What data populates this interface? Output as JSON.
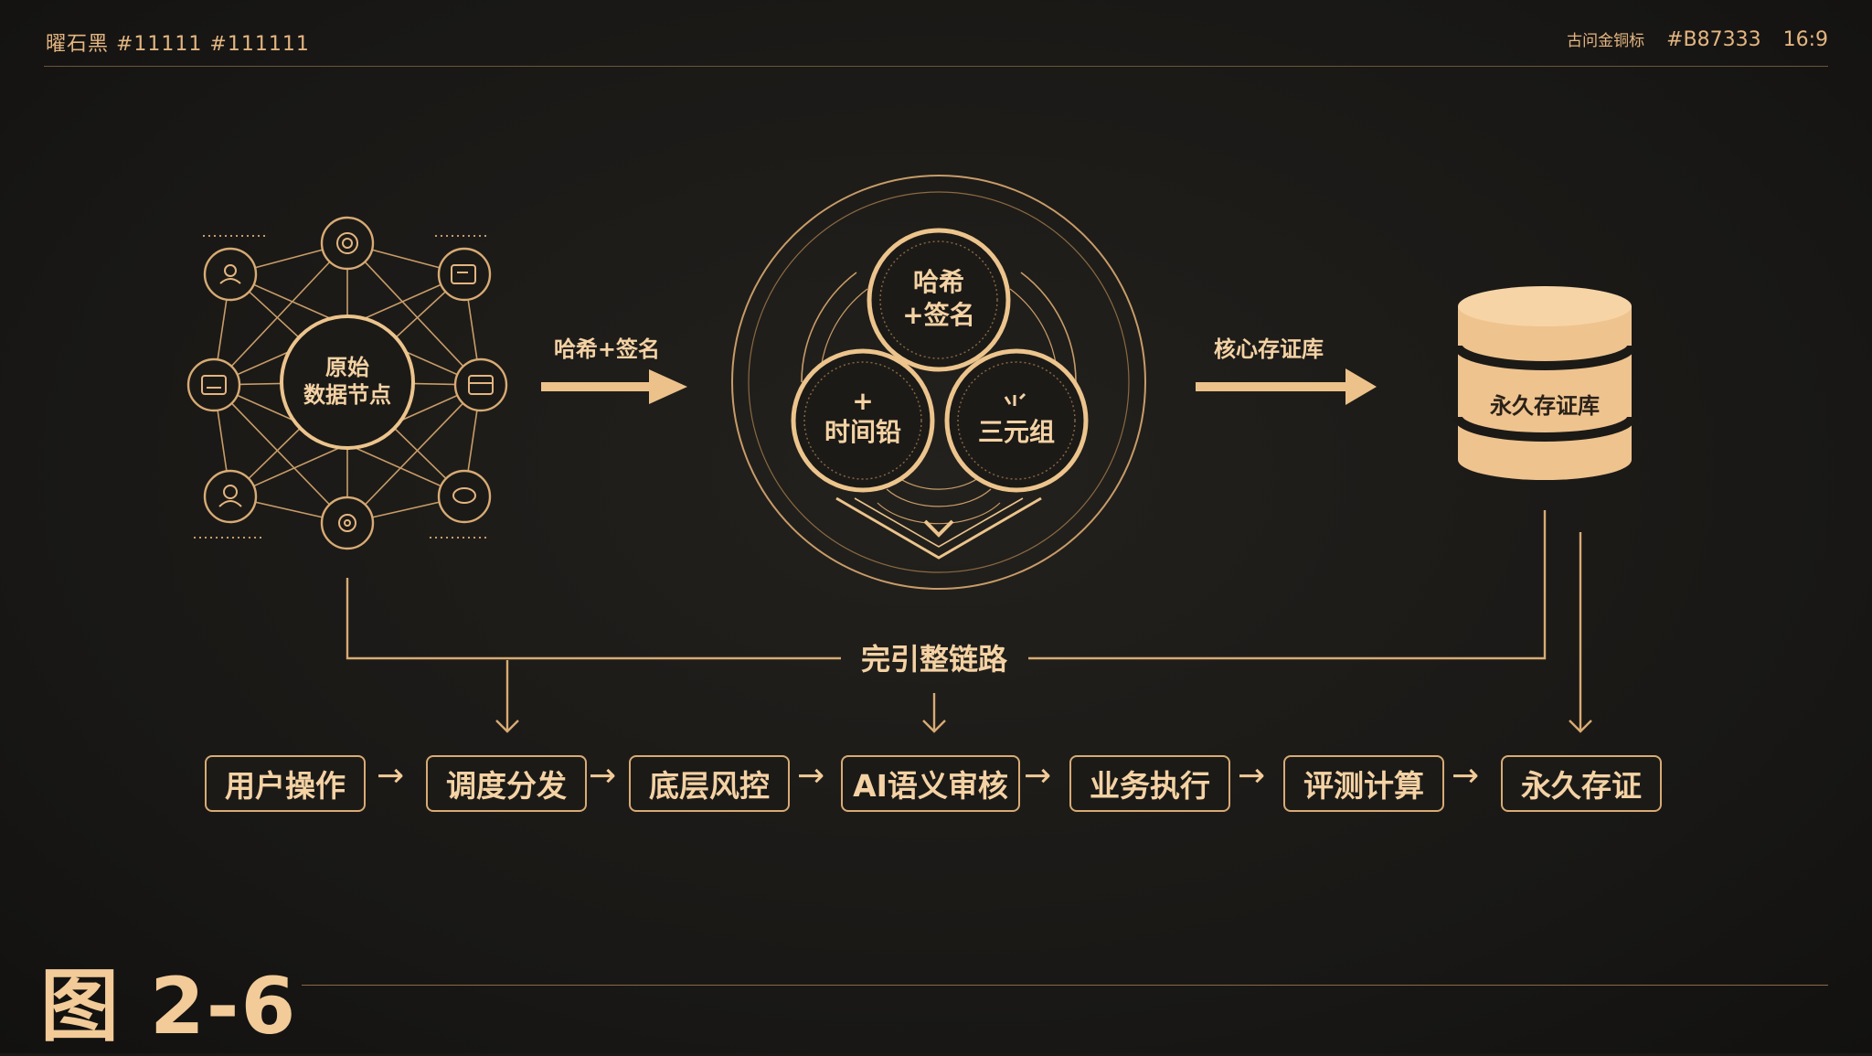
{
  "header": {
    "left": "曜石黑 #11111 #111111",
    "right_small": "古问金铜标",
    "color_code": "#B87333",
    "ratio": "16:9"
  },
  "figure_label": "图 2-6",
  "nodes": {
    "raw_data": [
      "原始",
      "数据节点"
    ],
    "hash_sign": [
      "哈希",
      "+签名"
    ],
    "timestamp": [
      "+",
      "时间铅"
    ],
    "triple": [
      "三元组"
    ],
    "vault": "永久存证库"
  },
  "arrow_labels": {
    "hash_sign": "哈希+签名",
    "core_vault": "核心存证库"
  },
  "chain_label": "完引整链路",
  "steps": [
    "用户操作",
    "调度分发",
    "底层风控",
    "AI语义审核",
    "业务执行",
    "评测计算",
    "永久存证"
  ],
  "colors": {
    "accent": "#f2cb98",
    "line": "#d8ab74",
    "background": "#1a1916"
  }
}
